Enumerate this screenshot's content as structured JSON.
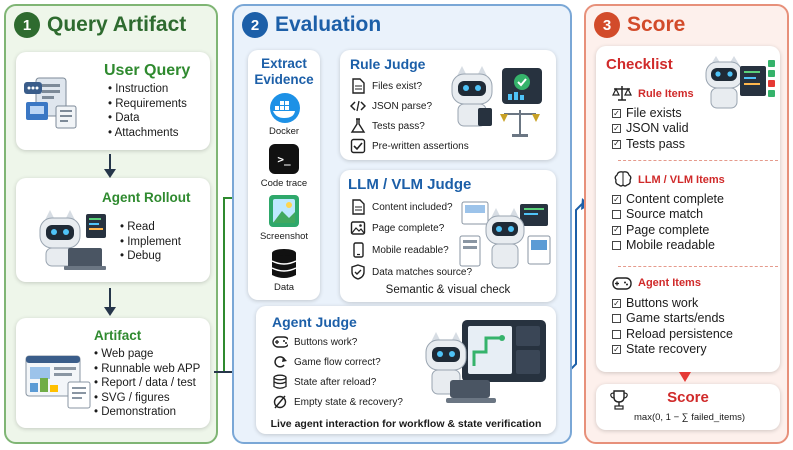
{
  "panel1": {
    "number": "1",
    "title": "Query Artifact",
    "user_query": {
      "title": "User Query",
      "items": [
        "Instruction",
        "Requirements",
        "Data",
        "Attachments"
      ]
    },
    "agent_rollout": {
      "title": "Agent Rollout",
      "items": [
        "Read",
        "Implement",
        "Debug"
      ]
    },
    "artifact": {
      "title": "Artifact",
      "items": [
        "Web page",
        "Runnable web APP",
        "Report / data / test",
        "SVG / figures",
        "Demonstration"
      ]
    }
  },
  "panel2": {
    "number": "2",
    "title": "Evaluation",
    "extract_evidence": {
      "title_line1": "Extract",
      "title_line2": "Evidence",
      "items": [
        "Docker",
        "Code trace",
        "Screenshot",
        "Data"
      ]
    },
    "rule_judge": {
      "title": "Rule Judge",
      "items": [
        "Files exist?",
        "JSON parse?",
        "Tests pass?",
        "Pre-written assertions"
      ]
    },
    "llm_judge": {
      "title": "LLM / VLM Judge",
      "items": [
        "Content included?",
        "Page complete?",
        "Mobile readable?",
        "Data matches source?"
      ],
      "caption": "Semantic & visual check"
    },
    "agent_judge": {
      "title": "Agent Judge",
      "items": [
        "Buttons work?",
        "Game flow correct?",
        "State after reload?",
        "Empty state & recovery?"
      ],
      "caption": "Live agent interaction for workflow & state verification"
    },
    "code_glyph": ">_"
  },
  "panel3": {
    "number": "3",
    "title": "Score",
    "checklist_title": "Checklist",
    "rule_items": {
      "title": "Rule Items",
      "items": [
        {
          "label": "File exists",
          "checked": true
        },
        {
          "label": "JSON valid",
          "checked": true
        },
        {
          "label": "Tests pass",
          "checked": true
        }
      ]
    },
    "llm_items": {
      "title": "LLM / VLM Items",
      "items": [
        {
          "label": "Content complete",
          "checked": true
        },
        {
          "label": "Source match",
          "checked": false
        },
        {
          "label": "Page complete",
          "checked": true
        },
        {
          "label": "Mobile readable",
          "checked": false
        }
      ]
    },
    "agent_items": {
      "title": "Agent Items",
      "items": [
        {
          "label": "Buttons work",
          "checked": true
        },
        {
          "label": "Game starts/ends",
          "checked": false
        },
        {
          "label": "Reload persistence",
          "checked": false
        },
        {
          "label": "State recovery",
          "checked": true
        }
      ]
    },
    "score": {
      "title": "Score",
      "formula": "max(0, 1 − ∑ failed_items)"
    }
  },
  "colors": {
    "green": "#2e6b2f",
    "blue": "#1c5fa8",
    "red": "#d24b2a",
    "arrow": "#26364a"
  }
}
